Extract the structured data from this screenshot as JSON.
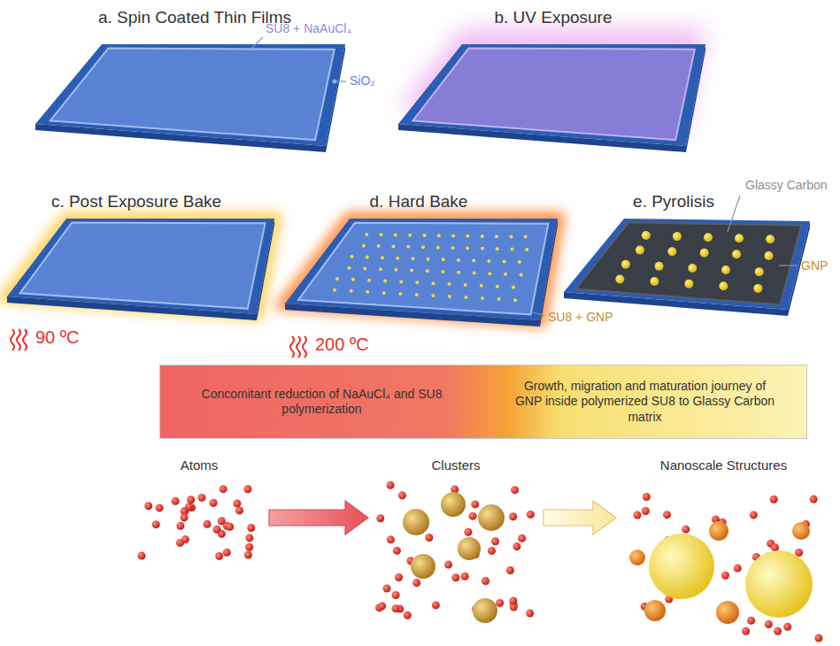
{
  "diagram": {
    "nodes": [
      {
        "text": [
          "a. Spin Coated Thin Films"
        ]
      },
      {
        "text": [
          "b. UV Exposure"
        ]
      },
      {
        "text": [
          "c. Post Exposure Bake"
        ]
      },
      {
        "text": [
          "d. Hard Bake"
        ]
      },
      {
        "text": [
          "e. Pyrolisis"
        ]
      },
      {
        "text": [
          "Concomitant reduction of NaAuCl₄ and SU8 polymerization",
          "Growth, migration and maturation journey of GNP inside polymerized SU8 to Glassy Carbon matrix"
        ]
      },
      {
        "text": [
          "Atoms"
        ]
      },
      {
        "text": [
          "Clusters"
        ]
      },
      {
        "text": [
          "Nanoscale Structures"
        ]
      }
    ],
    "edges": [
      {
        "from": 6,
        "to": 7,
        "arrow": "to"
      },
      {
        "from": 7,
        "to": 8,
        "arrow": "to"
      }
    ],
    "labels": [
      "SU8 + NaAuCl₄",
      "SiO₂",
      "90 ºC",
      "200 ºC",
      "SU8 + GNP",
      "Glassy Carbon",
      "GNP"
    ]
  }
}
